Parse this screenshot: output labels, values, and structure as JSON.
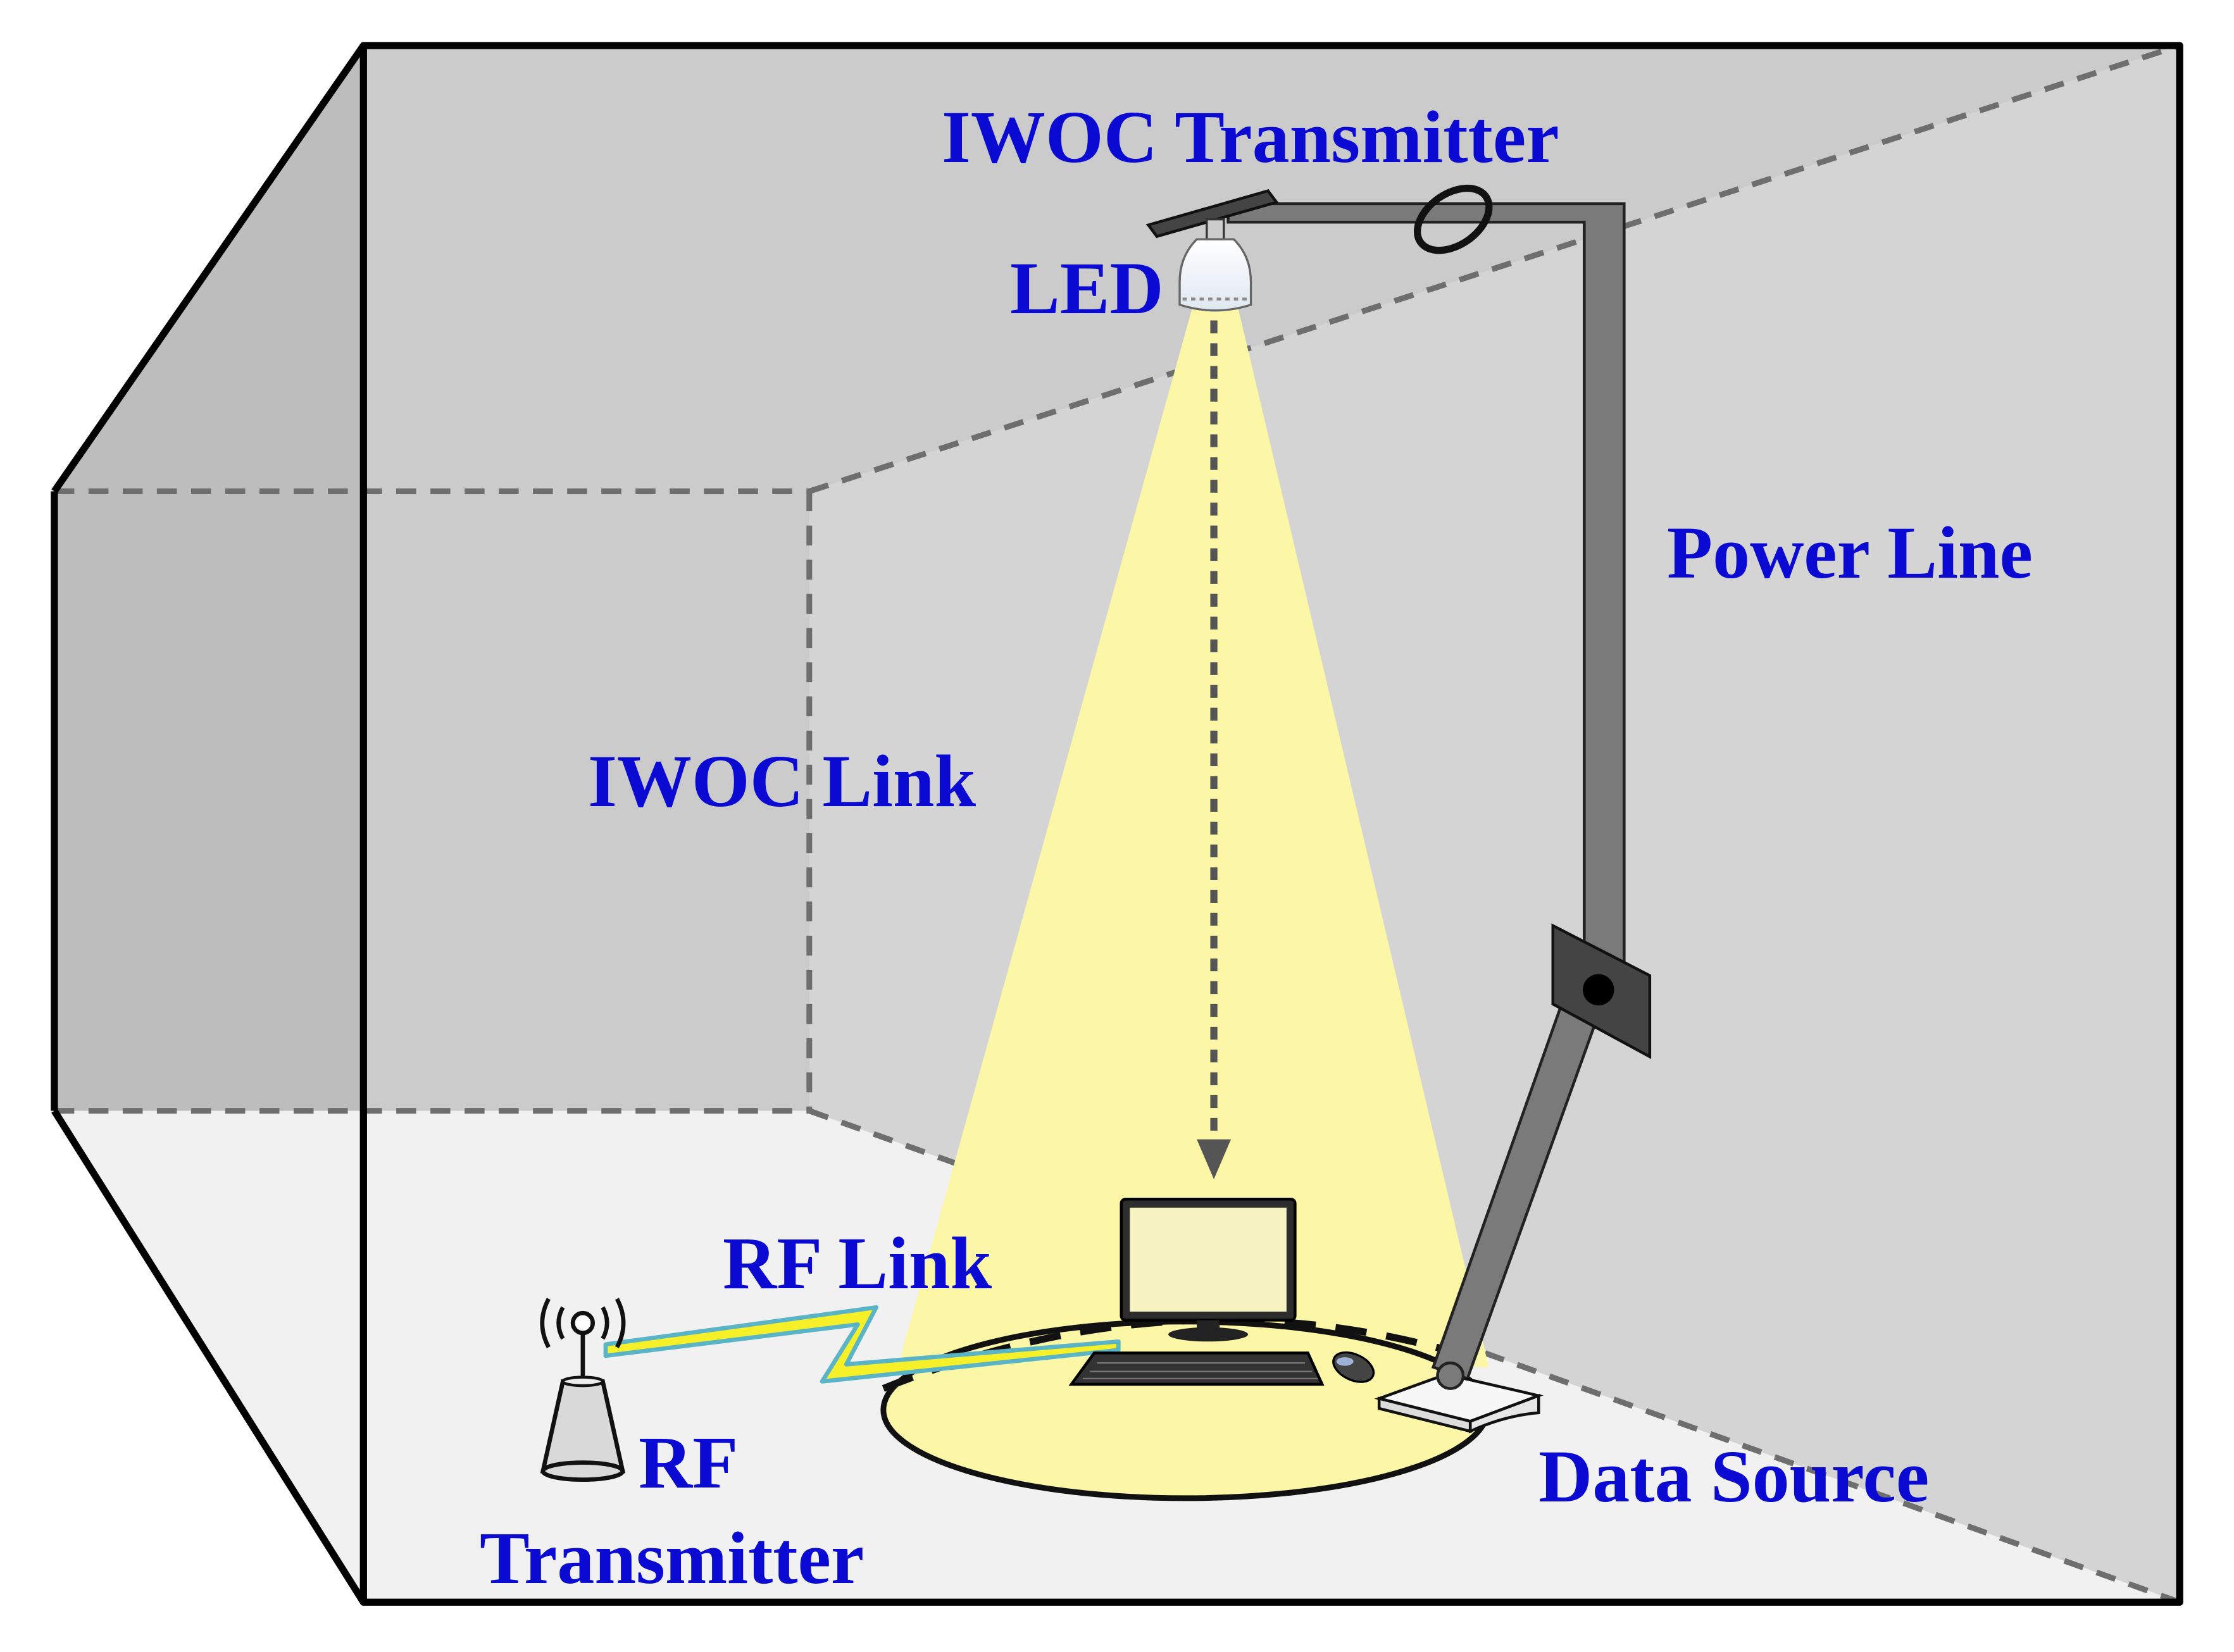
{
  "labels": {
    "iwoc_transmitter": "IWOC Transmitter",
    "led": "LED",
    "power_line": "Power Line",
    "iwoc_link": "IWOC Link",
    "rf_link": "RF Link",
    "rf": "RF",
    "transmitter": "Transmitter",
    "data_source": "Data Source"
  },
  "colors": {
    "label_text": "#0a0ad2",
    "back_wall": "#cbcbcb",
    "side_wall": "#bdbdbd",
    "floor": "#f1f1f1",
    "light_cone": "#fbf7a6",
    "power_line": "#7a7a7a",
    "dashed_edges": "#6e6e6e",
    "rf_link": "#5ab4c8"
  },
  "icons": {
    "led": "led-bulb-icon",
    "rf_transmitter": "antenna-icon",
    "computer": "monitor-icon",
    "keyboard": "keyboard-icon",
    "mouse": "mouse-icon",
    "data_source": "router-box-icon",
    "fixture": "light-fixture-icon",
    "junction_box": "junction-box-icon"
  }
}
